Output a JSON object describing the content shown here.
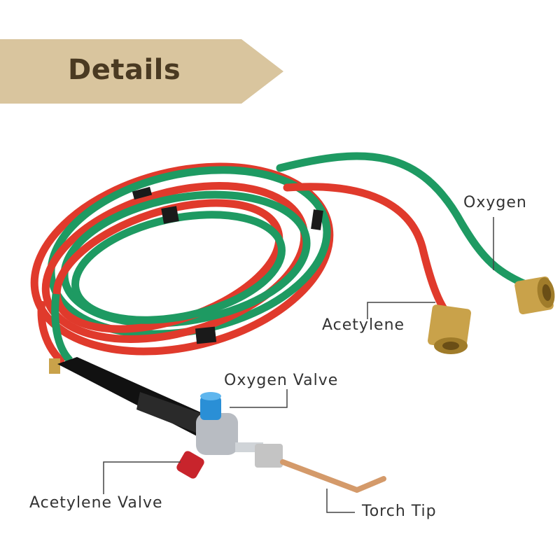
{
  "banner": {
    "title": "Details",
    "color": "#d9c59e"
  },
  "labels": {
    "oxygen": "Oxygen",
    "acetylene": "Acetylene",
    "oxygen_valve": "Oxygen Valve",
    "acetylene_valve": "Acetylene Valve",
    "torch_tip": "Torch Tip"
  },
  "colors": {
    "oxygen_hose": "#1e9a62",
    "acetylene_hose": "#e03a2c",
    "brass": "#c9a24a",
    "oxygen_knob": "#2a8fd6",
    "acetylene_knob": "#c8242c",
    "copper_tip": "#d49a6a"
  }
}
